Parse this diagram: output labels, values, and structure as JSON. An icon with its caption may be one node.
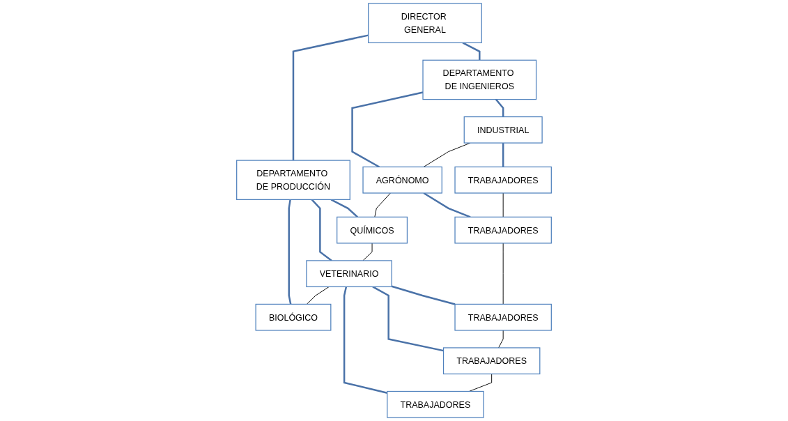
{
  "diagram": {
    "nodes": [
      {
        "text": [
          "DIRECTOR GENERAL"
        ]
      },
      {
        "text": [
          "DEPARTAMENTO DE INGENIEROS"
        ]
      },
      {
        "text": [
          "DEPARTAMENTO DE PRODUCCIÓN"
        ]
      },
      {
        "text": [
          "INDUSTRIAL"
        ]
      },
      {
        "text": [
          "AGRÓNOMO"
        ]
      },
      {
        "text": [
          "QUÍMICOS"
        ]
      },
      {
        "text": [
          "VETERINARIO"
        ]
      },
      {
        "text": [
          "BIOLÓGICO"
        ]
      },
      {
        "text": [
          "TRABAJADORES"
        ]
      },
      {
        "text": [
          "TRABAJADORES"
        ]
      },
      {
        "text": [
          "TRABAJADORES"
        ]
      },
      {
        "text": [
          "TRABAJADORES"
        ]
      },
      {
        "text": [
          "TRABAJADORES"
        ]
      }
    ],
    "edges": [
      {
        "from": 0,
        "to": 1,
        "arrow": "none"
      },
      {
        "from": 0,
        "to": 2,
        "arrow": "none"
      },
      {
        "from": 1,
        "to": 3,
        "arrow": "none"
      },
      {
        "from": 1,
        "to": 4,
        "arrow": "none"
      },
      {
        "from": 2,
        "to": 5,
        "arrow": "none"
      },
      {
        "from": 2,
        "to": 6,
        "arrow": "none"
      },
      {
        "from": 2,
        "to": 7,
        "arrow": "none"
      },
      {
        "from": 3,
        "to": 4,
        "arrow": "none",
        "color": "#000000"
      },
      {
        "from": 4,
        "to": 5,
        "arrow": "none",
        "color": "#000000"
      },
      {
        "from": 5,
        "to": 6,
        "arrow": "none",
        "color": "#000000"
      },
      {
        "from": 6,
        "to": 7,
        "arrow": "none",
        "color": "#000000"
      },
      {
        "from": 3,
        "to": 8,
        "arrow": "none"
      },
      {
        "from": 4,
        "to": 9,
        "arrow": "none"
      },
      {
        "from": 6,
        "to": 10,
        "arrow": "none"
      },
      {
        "from": 6,
        "to": 11,
        "arrow": "none"
      },
      {
        "from": 6,
        "to": 12,
        "arrow": "none"
      },
      {
        "from": 8,
        "to": 9,
        "arrow": "none",
        "color": "#000000"
      },
      {
        "from": 9,
        "to": 10,
        "arrow": "none",
        "color": "#000000"
      },
      {
        "from": 10,
        "to": 11,
        "arrow": "none",
        "color": "#000000"
      },
      {
        "from": 11,
        "to": 12,
        "arrow": "none",
        "color": "#000000"
      }
    ]
  }
}
